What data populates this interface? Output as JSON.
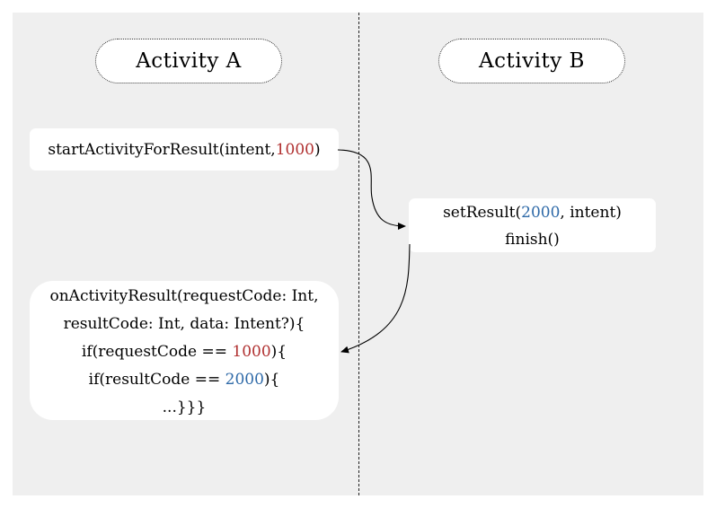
{
  "lanes": {
    "a": {
      "title": "Activity A"
    },
    "b": {
      "title": "Activity B"
    }
  },
  "start_box": {
    "prefix": "startActivityForResult(intent, ",
    "code": "1000",
    "suffix": ")"
  },
  "set_box": {
    "line1_prefix": "setResult(",
    "line1_code": "2000",
    "line1_suffix": ", intent)",
    "line2": "finish()"
  },
  "on_box": {
    "line1": "onActivityResult(requestCode: Int,",
    "line2": "resultCode: Int, data: Intent?){",
    "line3_prefix": "if(requestCode == ",
    "line3_code": "1000",
    "line3_suffix": "){",
    "line4_prefix": "if(resultCode == ",
    "line4_code": "2000",
    "line4_suffix": "){",
    "line5": "...}}}"
  },
  "colors": {
    "request_code": "#b03030",
    "result_code": "#2f6aa8",
    "background": "#efefef"
  }
}
